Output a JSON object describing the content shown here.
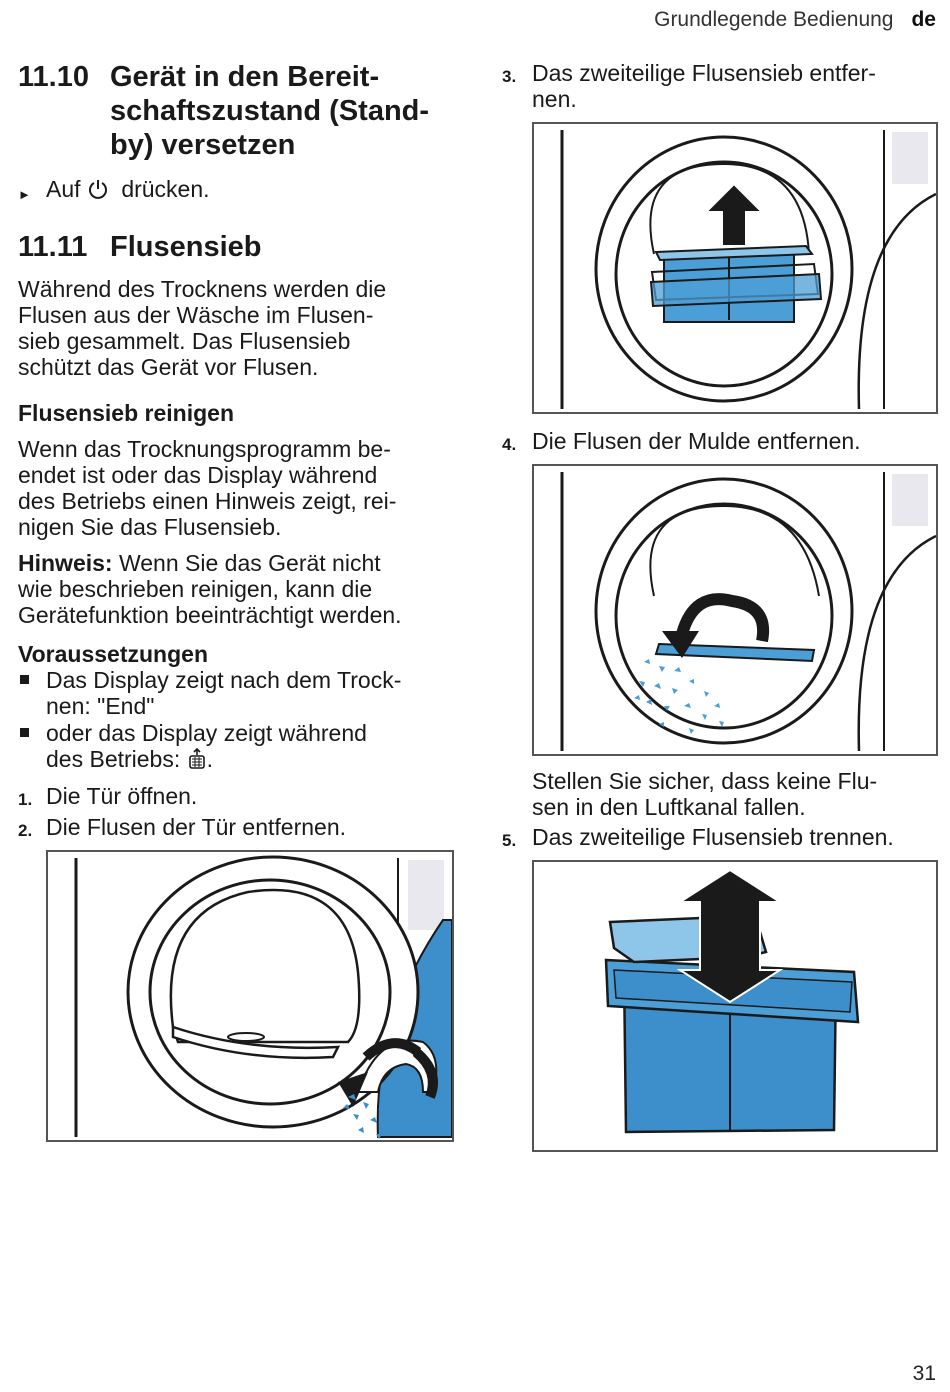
{
  "header": {
    "section": "Grundlegende Bedienung",
    "lang": "de"
  },
  "s1110": {
    "number": "11.10",
    "title": "Gerät in den Bereit-schaftszustand (Stand-by) versetzen",
    "title_lines": [
      "Gerät in den Bereit-",
      "schaftszustand (Stand-",
      "by) versetzen"
    ],
    "instruction_pre": "Auf",
    "instruction_post": "drücken."
  },
  "s1111": {
    "number": "11.11",
    "title": "Flusensieb",
    "intro_lines": [
      "Während des Trocknens werden die",
      "Flusen aus der Wäsche im Flusen-",
      "sieb gesammelt. Das Flusensieb",
      "schützt das Gerät vor Flusen."
    ],
    "sub_heading": "Flusensieb reinigen",
    "clean_lines": [
      "Wenn das Trocknungsprogramm be-",
      "endet ist oder das Display während",
      "des Betriebs einen Hinweis zeigt, rei-",
      "nigen Sie das Flusensieb."
    ],
    "note_label": "Hinweis:",
    "note_lines": [
      "Wenn Sie das Gerät nicht",
      "wie beschrieben reinigen, kann die",
      "Gerätefunktion beeinträchtigt werden."
    ],
    "prereq_heading": "Voraussetzungen",
    "prereq_1_lines": [
      "Das Display zeigt nach dem Trock-",
      "nen: \"End\""
    ],
    "prereq_2_lines": [
      "oder das Display zeigt während",
      "des Betriebs:"
    ],
    "prereq_2_end": "."
  },
  "steps": [
    {
      "n": "1.",
      "lines": [
        "Die Tür öffnen."
      ]
    },
    {
      "n": "2.",
      "lines": [
        "Die Flusen der Tür entfernen."
      ]
    },
    {
      "n": "3.",
      "lines": [
        "Das zweiteilige Flusensieb entfer-",
        "nen."
      ]
    },
    {
      "n": "4.",
      "lines": [
        "Die Flusen der Mulde entfernen."
      ]
    },
    {
      "n": "5.",
      "lines": [
        "Das zweiteilige Flusensieb trennen."
      ]
    }
  ],
  "step4_hint_lines": [
    "Stellen Sie sicher, dass keine Flu-",
    "sen in den Luftkanal fallen."
  ],
  "page_number": "31",
  "colors": {
    "filter_blue": "#4b9ed6",
    "filter_light": "#8ec6ea",
    "door_blue": "#3d8fcb",
    "line": "#1a1a1a"
  },
  "icons": {
    "power": "power-icon",
    "lint_filter": "lint-filter-icon"
  }
}
